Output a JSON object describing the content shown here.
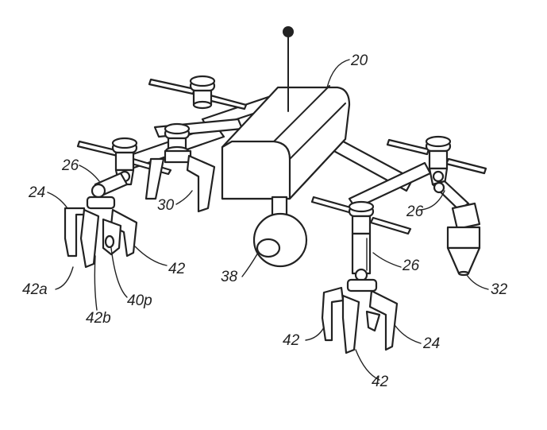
{
  "figure": {
    "colors": {
      "ink": "#222222",
      "background": "#ffffff"
    },
    "labels": {
      "body": "20",
      "arm_top_left": "26",
      "arm_right": "26",
      "arm_front": "26",
      "tool_left": "24",
      "tool_front": "24",
      "tool_back": "30",
      "tool_right": "32",
      "camera": "38",
      "finger_left": "42",
      "finger_front_left": "42",
      "finger_front_bottom": "42",
      "finger_left_a": "42a",
      "finger_left_b": "42b",
      "sensor": "40p"
    }
  }
}
